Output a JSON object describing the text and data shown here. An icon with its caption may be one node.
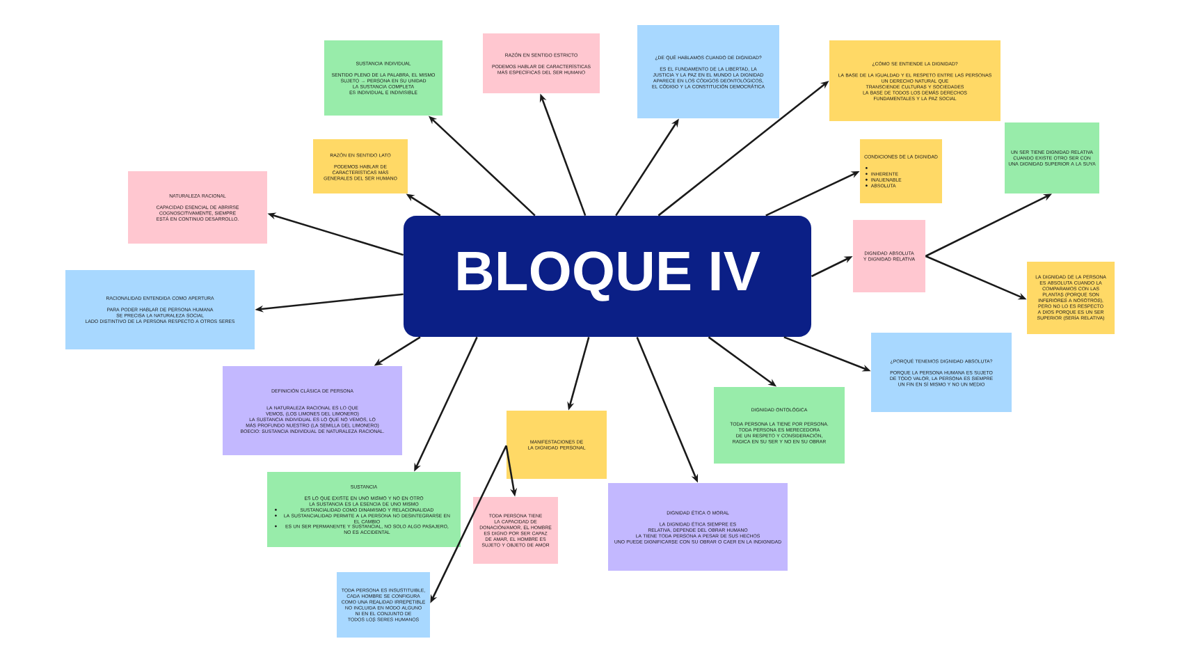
{
  "diagram": {
    "nodes": [
      {
        "text": [
          "BLOQUE IV"
        ]
      },
      {
        "text": [
          "SUSTANCIA INDIVIDUAL",
          "SENTIDO PLENO DE LA PALABRA, EL MISMO SUJETO → PERSONA EN SU UNIDAD",
          "LA SUSTANCIA COMPLETA ES INDIVIDUAL E INDIVISIBLE"
        ]
      },
      {
        "text": [
          "RAZÓN EN SENTIDO ESTRICTO",
          "PODEMOS HABLAR DE CARACTERÍSTICAS MÁS ESPECÍFICAS DEL SER HUMANO"
        ]
      },
      {
        "text": [
          "¿DE QUÉ HABLAMOS CUANDO DE DIGNIDAD?",
          "ES EL FUNDAMENTO DE LA LIBERTAD, LA JUSTICIA Y LA PAZ EN EL MUNDO LA DIGNIDAD APARECE EN LOS CÓDIGOS DEONTOLÓGICOS, EL CÓDIGO Y LA CONSTITUCIÓN DEMOCRÁTICA"
        ]
      },
      {
        "text": [
          "¿CÓMO SE ENTIENDE LA DIGNIDAD?",
          "LA BASE DE LA IGUALDAD Y EL RESPETO ENTRE LAS PERSONAS",
          "UN DERECHO NATURAL QUE TRANSCIENDE CULTURAS Y SOCIEDADES",
          "LA BASE DE TODOS LOS DEMÁS DERECHOS FUNDAMENTALES Y LA PAZ SOCIAL"
        ]
      },
      {
        "text": [
          "RAZÓN EN SENTIDO LATO",
          "PODEMOS HABLAR DE CARACTERÍSTICAS MÁS GENERALES DEL SER HUMANO"
        ]
      },
      {
        "text": [
          "NATURALEZA RACIONAL",
          "CAPACIDAD ESENCIAL DE ABRIRSE COGNOSCITIVAMENTE, SIEMPRE ESTÁ EN CONTINUO DESARROLLO."
        ]
      },
      {
        "text": [
          "CONDICIONES DE LA DIGNIDAD",
          "INHERENTE",
          "INALIENABLE",
          "ABSOLUTA"
        ]
      },
      {
        "text": [
          "UN SER TIENE DIGNIDAD RELATIVA CUANDO EXISTE OTRO SER CON UNA DIGNIDAD SUPERIOR A LA SUYA"
        ]
      },
      {
        "text": [
          "DIGNIDAD ABSOLUTA Y DIGNIDAD RELATIVA"
        ]
      },
      {
        "text": [
          "LA DIGNIDAD DE LA PERSONA ES ABSOLUTA CUANDO LA COMPARAMOS CON LAS PLANTAS (PORQUE SON INFERIORES A NOSOTROS), PERO NO LO ES RESPECTO A DIOS PORQUE ES UN SER SUPERIOR (SERÍA RELATIVA)"
        ]
      },
      {
        "text": [
          "RACIONALIDAD ENTENDIDA COMO APERTURA",
          "PARA PODER HABLAR DE PERSONA HUMANA SE PRECISA LA NATURALEZA SOCIAL",
          "LADO DISTINTIVO DE LA PERSONA RESPECTO A OTROS SERES"
        ]
      },
      {
        "text": [
          "DEFINICIÓN CLÁSICA DE PERSONA",
          "LA NATURALEZA RACIONAL ES LO QUE VEMOS, (LOS LIMONES DEL LIMONERO)",
          "LA SUSTANCIA INDIVIDUAL ES LO QUE NO VEMOS, LO MÁS PROFUNDO NUESTRO (LA SEMILLA DEL LIMONERO)",
          "BOECIO: SUSTANCIA INDIVIDUAL DE NATURALEZA RACIONAL."
        ]
      },
      {
        "text": [
          "¿PORQUÉ TENEMOS DIGNIDAD ABSOLUTA?",
          "PORQUE LA PERSONA HUMANA ES SUJETO DE TODO VALOR, LA PERSONA ES SIEMPRE UN FIN EN SÍ MISMO Y NO UN MEDIO"
        ]
      },
      {
        "text": [
          "DIGNIDAD ONTOLÓGICA",
          "TODA PERSONA LA TIENE POR PERSONA.",
          "TODA PERSONA ES MERECEDORA DE UN RESPETO Y CONSIDERACIÓN, RADICA EN SU SER Y NO EN SU OBRAR"
        ]
      },
      {
        "text": [
          "MANIFESTACIONES DE LA DIGNIDAD PERSONAL"
        ]
      },
      {
        "text": [
          "SUSTANCIA",
          "ES LO QUE EXISTE EN UNO MISMO Y NO EN OTRO",
          "LA SUSTANCIA ES LA ESENCIA DE UNO MISMO",
          "SUSTANCIALIDAD COMO DINAMISMO Y RELACIONALIDAD",
          "LA SUSTANCIALIDAD PERMITE A LA PERSONA NO DESINTEGRARSE EN EL CAMBIO",
          "ES UN SER PERMANENTE Y SUSTANCIAL, NO SOLO ALGO PASAJERO, NO ES ACCIDENTAL"
        ]
      },
      {
        "text": [
          "DIGNIDAD ÉTICA O MORAL",
          "LA DIGNIDAD ÉTICA SIEMPRE ES RELATIVA, DEPENDE DEL OBRAR HUMANO",
          "LA TIENE TODA PERSONA A PESAR DE SUS HECHOS",
          "UNO PUEDE DIGNIFICARSE CON SU OBRAR O CAER EN LA INDIGNIDAD"
        ]
      },
      {
        "text": [
          "TODA PERSONA TIENE LA CAPACIDAD DE DONACIÓN/AMOR, EL HOMBRE ES DIGNO POR SER CAPAZ DE AMAR, EL HOMBRE ES SUJETO Y OBJETO DE AMOR"
        ]
      },
      {
        "text": [
          "TODA PERSONA ES INSUSTITUIBLE, CADA HOMBRE SE CONFIGURA COMO UNA REALIDAD IRREPETIBLE NO INCLUIDA EN MODO ALGUNO NI EN EL CONJUNTO DE TODOS LOS SERES HUMANOS"
        ]
      }
    ],
    "edges": [
      {
        "from": 0,
        "to": 1,
        "arrow": "to"
      },
      {
        "from": 0,
        "to": 2,
        "arrow": "to"
      },
      {
        "from": 0,
        "to": 3,
        "arrow": "to"
      },
      {
        "from": 0,
        "to": 4,
        "arrow": "to"
      },
      {
        "from": 0,
        "to": 5,
        "arrow": "to"
      },
      {
        "from": 0,
        "to": 6,
        "arrow": "to"
      },
      {
        "from": 0,
        "to": 7,
        "arrow": "to"
      },
      {
        "from": 0,
        "to": 9,
        "arrow": "to"
      },
      {
        "from": 9,
        "to": 8,
        "arrow": "to"
      },
      {
        "from": 9,
        "to": 10,
        "arrow": "to"
      },
      {
        "from": 0,
        "to": 11,
        "arrow": "to"
      },
      {
        "from": 0,
        "to": 12,
        "arrow": "to"
      },
      {
        "from": 0,
        "to": 13,
        "arrow": "to"
      },
      {
        "from": 0,
        "to": 14,
        "arrow": "to"
      },
      {
        "from": 0,
        "to": 15,
        "arrow": "to"
      },
      {
        "from": 0,
        "to": 16,
        "arrow": "to"
      },
      {
        "from": 0,
        "to": 17,
        "arrow": "to"
      },
      {
        "from": 15,
        "to": 18,
        "arrow": "to"
      },
      {
        "from": 15,
        "to": 19,
        "arrow": "to"
      }
    ]
  }
}
